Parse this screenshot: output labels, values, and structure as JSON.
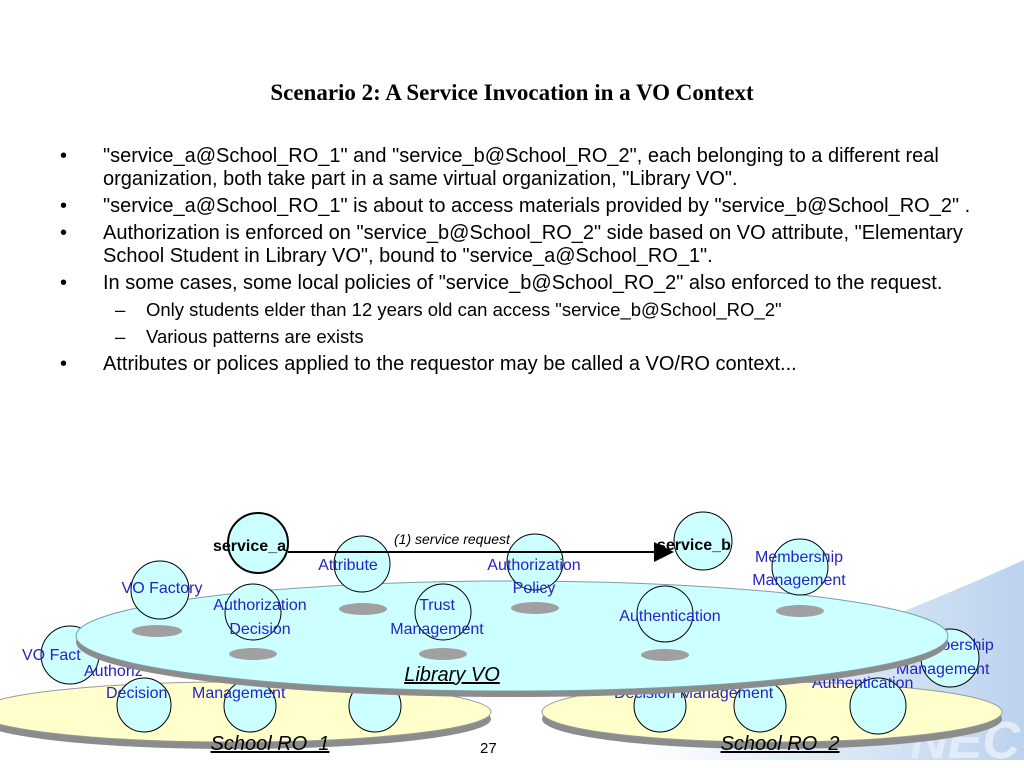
{
  "slide": {
    "title": "Scenario 2:  A Service Invocation in a VO Context",
    "page_number": "27",
    "bullets": [
      {
        "level": 1,
        "mark": "•",
        "text": "\"service_a@School_RO_1\" and \"service_b@School_RO_2\", each belonging to a different real organization, both take part in a same virtual organization, \"Library VO\"."
      },
      {
        "level": 1,
        "mark": "•",
        "text": "\"service_a@School_RO_1\" is about to access materials provided by \"service_b@School_RO_2\" ."
      },
      {
        "level": 1,
        "mark": "•",
        "text": "Authorization is enforced on \"service_b@School_RO_2\" side based on VO attribute, \"Elementary School Student in Library VO\", bound to \"service_a@School_RO_1\"."
      },
      {
        "level": 1,
        "mark": "•",
        "text": "In some cases, some local policies of \"service_b@School_RO_2\" also enforced to the request."
      },
      {
        "level": 2,
        "mark": "–",
        "text": "Only students elder than 12 years old can access \"service_b@School_RO_2\""
      },
      {
        "level": 2,
        "mark": "–",
        "text": "Various patterns are exists"
      },
      {
        "level": 1,
        "mark": "•",
        "text": "Attributes or polices applied to the requestor may be called a VO/RO context..."
      }
    ]
  },
  "diagram": {
    "vo_label": "Library  VO",
    "ro1_label": "School RO_1",
    "ro2_label": "School RO_2",
    "service_a": "service_a",
    "service_b": "service_b",
    "request_label": "(1) service request",
    "vo_components": {
      "vo_factory": "VO Factory",
      "attribute": "Attribute",
      "authorization_policy": [
        "Authorization",
        "Policy"
      ],
      "membership_management": [
        "Membership",
        "Management"
      ],
      "authorization_decision": [
        "Authorization",
        "Decision"
      ],
      "trust_management": [
        "Trust",
        "Management"
      ],
      "authentication": "Authentication"
    },
    "ro1_components": {
      "vo_factory": "VO Fact",
      "authorization_decision": [
        "Authoriz",
        "Decision"
      ],
      "management": "Management"
    },
    "ro2_components": {
      "membership": [
        "mbership",
        "Management"
      ],
      "authentication": "Authentication",
      "decision_management": "Decision Management"
    },
    "logo_text": "NEC",
    "colors": {
      "component_text": "#2323c8",
      "vo_fill": "#ccffff",
      "ro_fill": "#ffffcc",
      "node_fill": "#ccffff",
      "shadow": "#a0a0a0"
    }
  }
}
